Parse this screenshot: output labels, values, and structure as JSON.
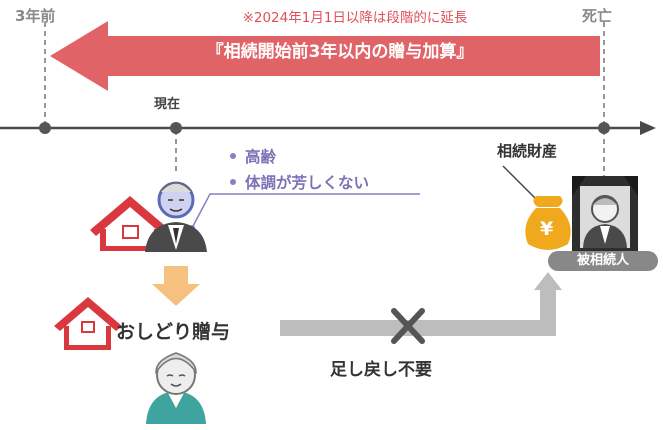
{
  "timeline": {
    "three_years_before": "3年前",
    "death": "死亡",
    "now": "現在"
  },
  "note": "※2024年1月1日以降は段階的に延長",
  "banner": "『相続開始前3年以内の贈与加算』",
  "elderly": {
    "bullets": [
      "高齢",
      "体調が芳しくない"
    ]
  },
  "estate_label": "相続財産",
  "yen_symbol": "¥",
  "decedent_label": "被相続人",
  "gift_label": "おしどり贈与",
  "no_return_label": "足し戻し不要",
  "colors": {
    "banner": "#e06368",
    "note": "#e0505a",
    "bullets": "#7d72b8",
    "house": "#d9393e",
    "down_arrow": "#f6c07f",
    "gray_arrow": "#bdbdbd",
    "moneybag": "#f0a91c"
  }
}
